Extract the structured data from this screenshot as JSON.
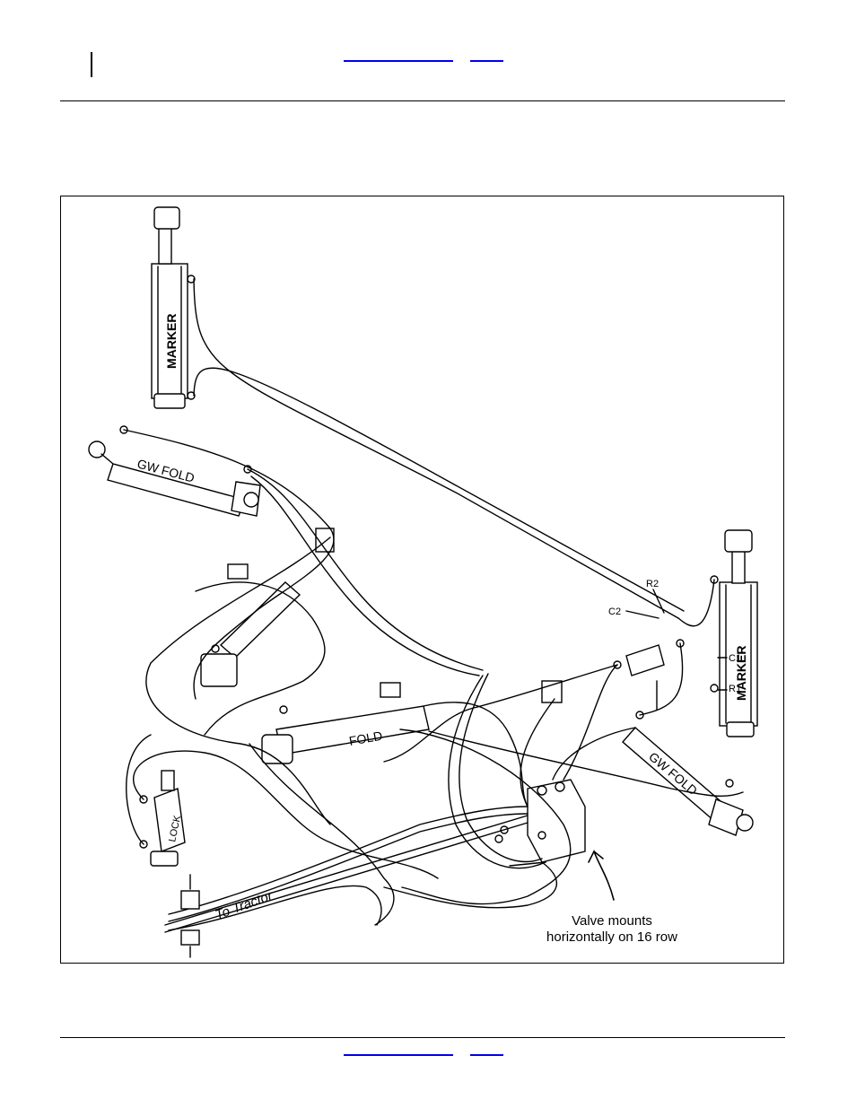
{
  "header": {
    "link_color": "#0000ee"
  },
  "footer": {
    "link_color": "#0000ee"
  },
  "figure": {
    "cylinders": {
      "marker_left": "MARKER",
      "marker_right": "MARKER",
      "gw_fold_left": "GW FOLD",
      "gw_fold_right": "GW FOLD",
      "fold": "FOLD",
      "lock": "LOCK"
    },
    "port_labels": {
      "r2": "R2",
      "c2": "C2",
      "c1": "C1",
      "r1": "R1"
    },
    "to_tractor": "To Tractor",
    "valve_note": {
      "line1": "Valve mounts",
      "line2": "horizontally on 16 row"
    }
  }
}
